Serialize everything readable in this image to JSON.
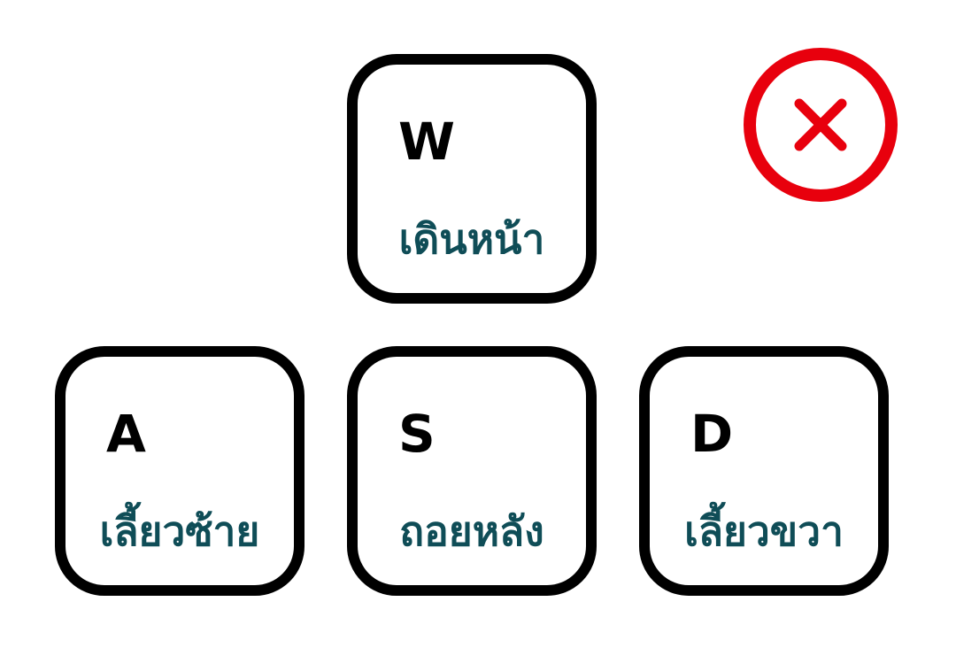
{
  "keys": {
    "w": {
      "letter": "W",
      "action": "เดินหน้า"
    },
    "a": {
      "letter": "A",
      "action": "เลี้ยวซ้าย"
    },
    "s": {
      "letter": "S",
      "action": "ถอยหลัง"
    },
    "d": {
      "letter": "D",
      "action": "เลี้ยวขวา"
    }
  },
  "close_button": {
    "icon": "close-icon",
    "color": "#e8000d"
  },
  "colors": {
    "key_border": "#000000",
    "key_letter": "#000000",
    "action_text": "#0f4d57",
    "background": "#ffffff"
  }
}
